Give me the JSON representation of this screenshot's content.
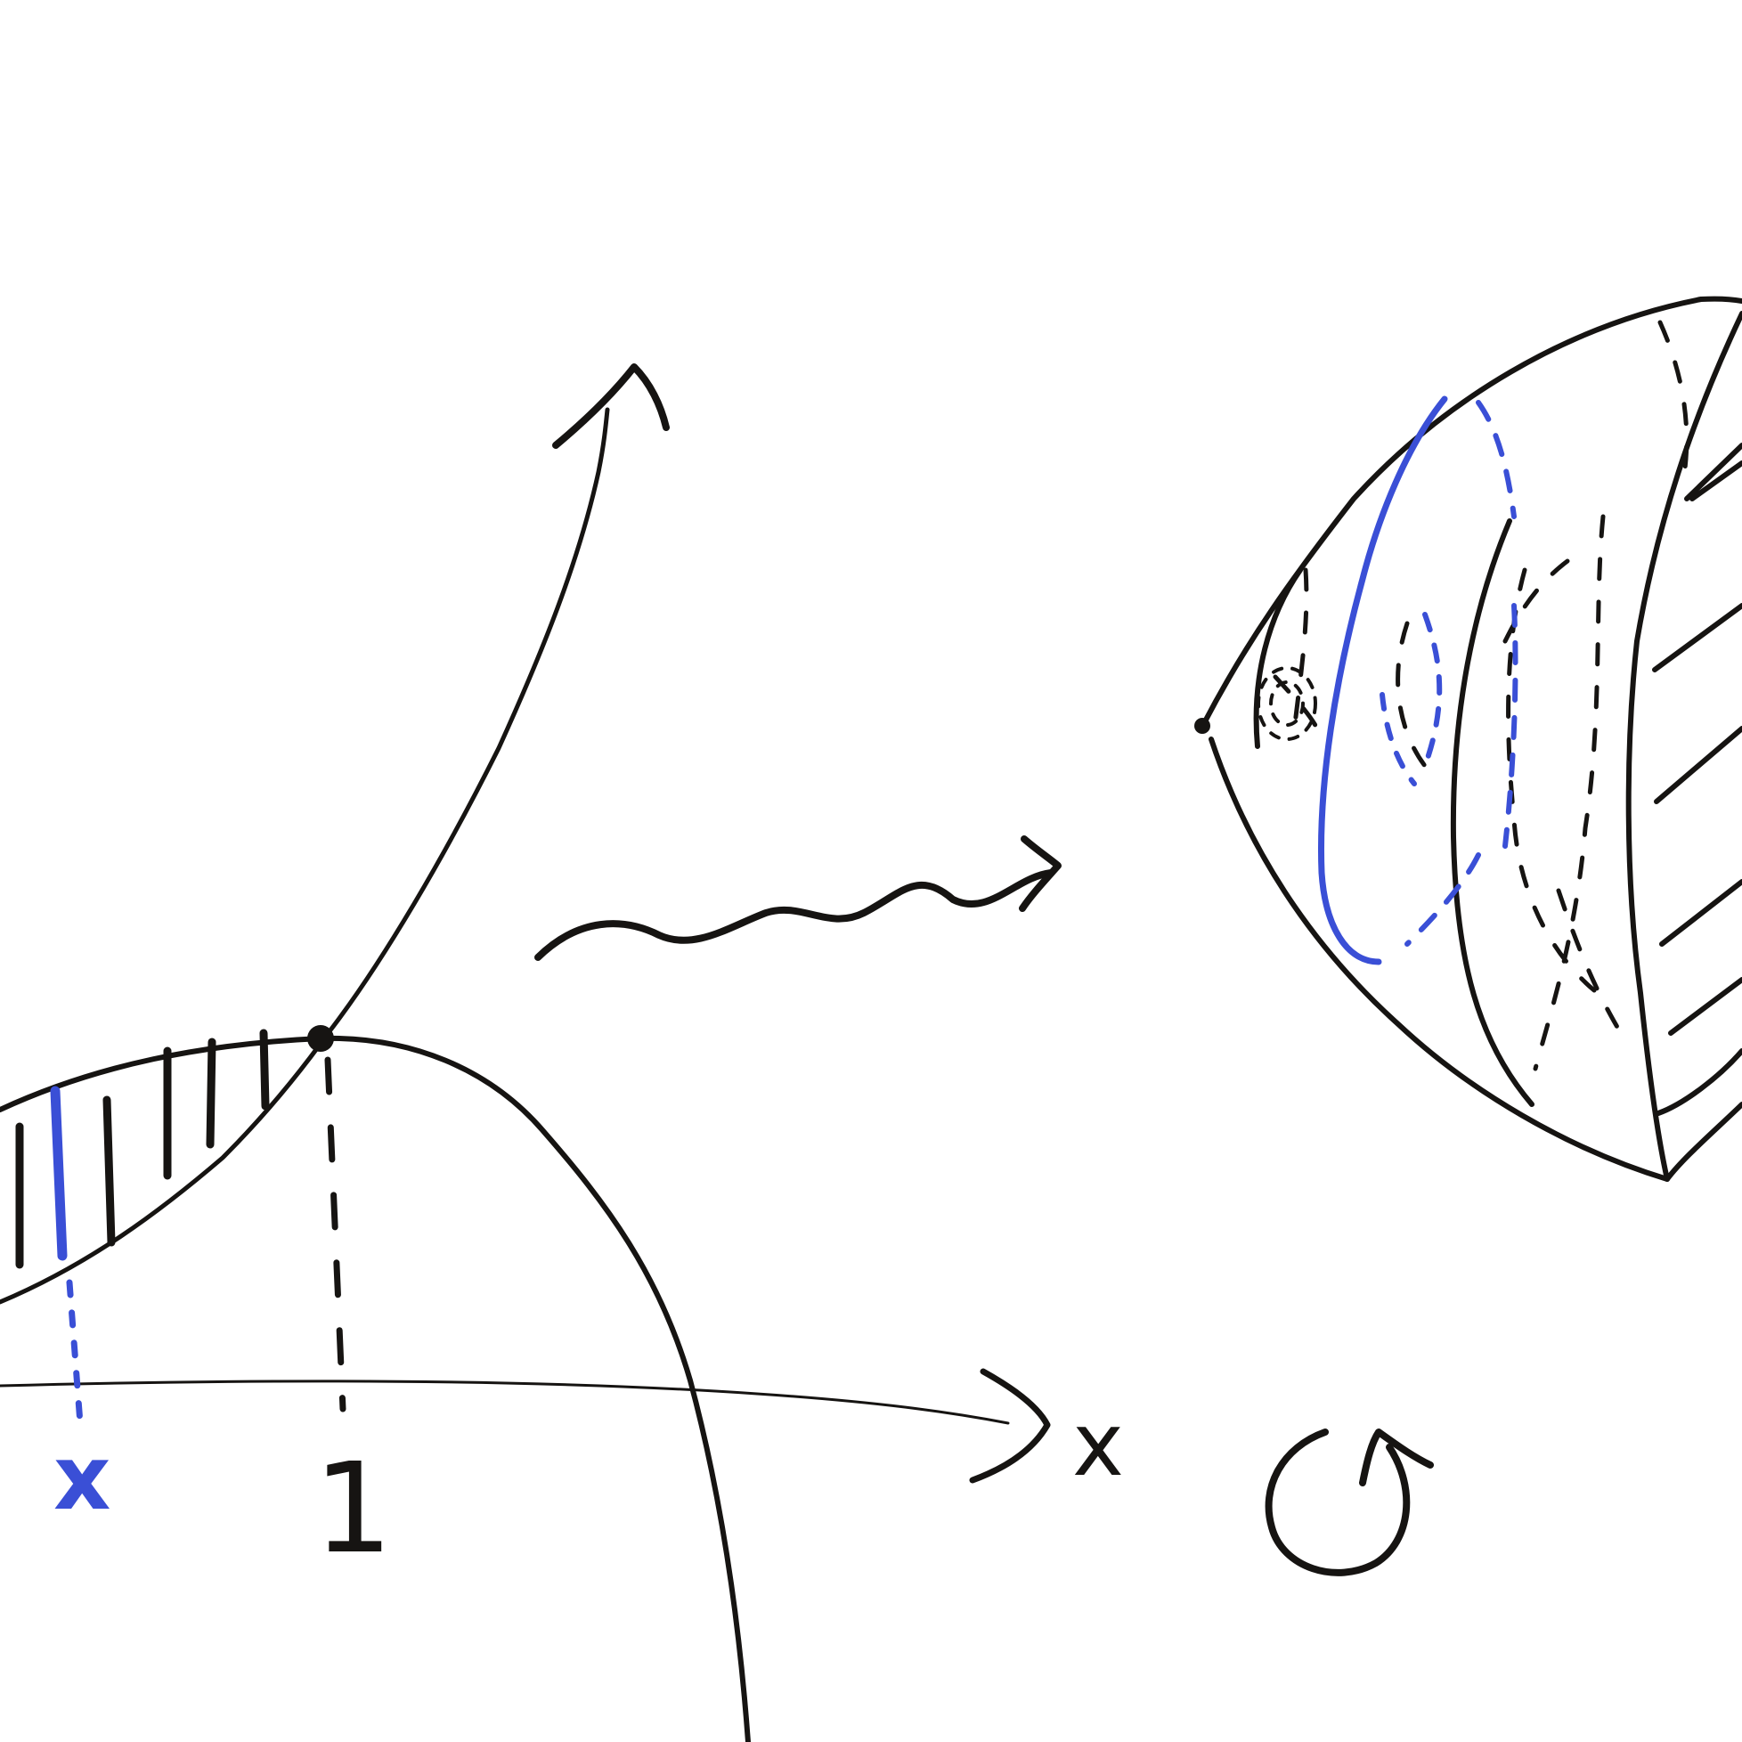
{
  "ink_colors": {
    "black": "#161412",
    "blue": "#3a4fd6"
  },
  "labels": {
    "x_axis_label": "x",
    "sample_point_label": "x",
    "intersection_label": "1"
  },
  "icons": [
    "curly-arrow-icon",
    "rotation-arrow-icon"
  ]
}
